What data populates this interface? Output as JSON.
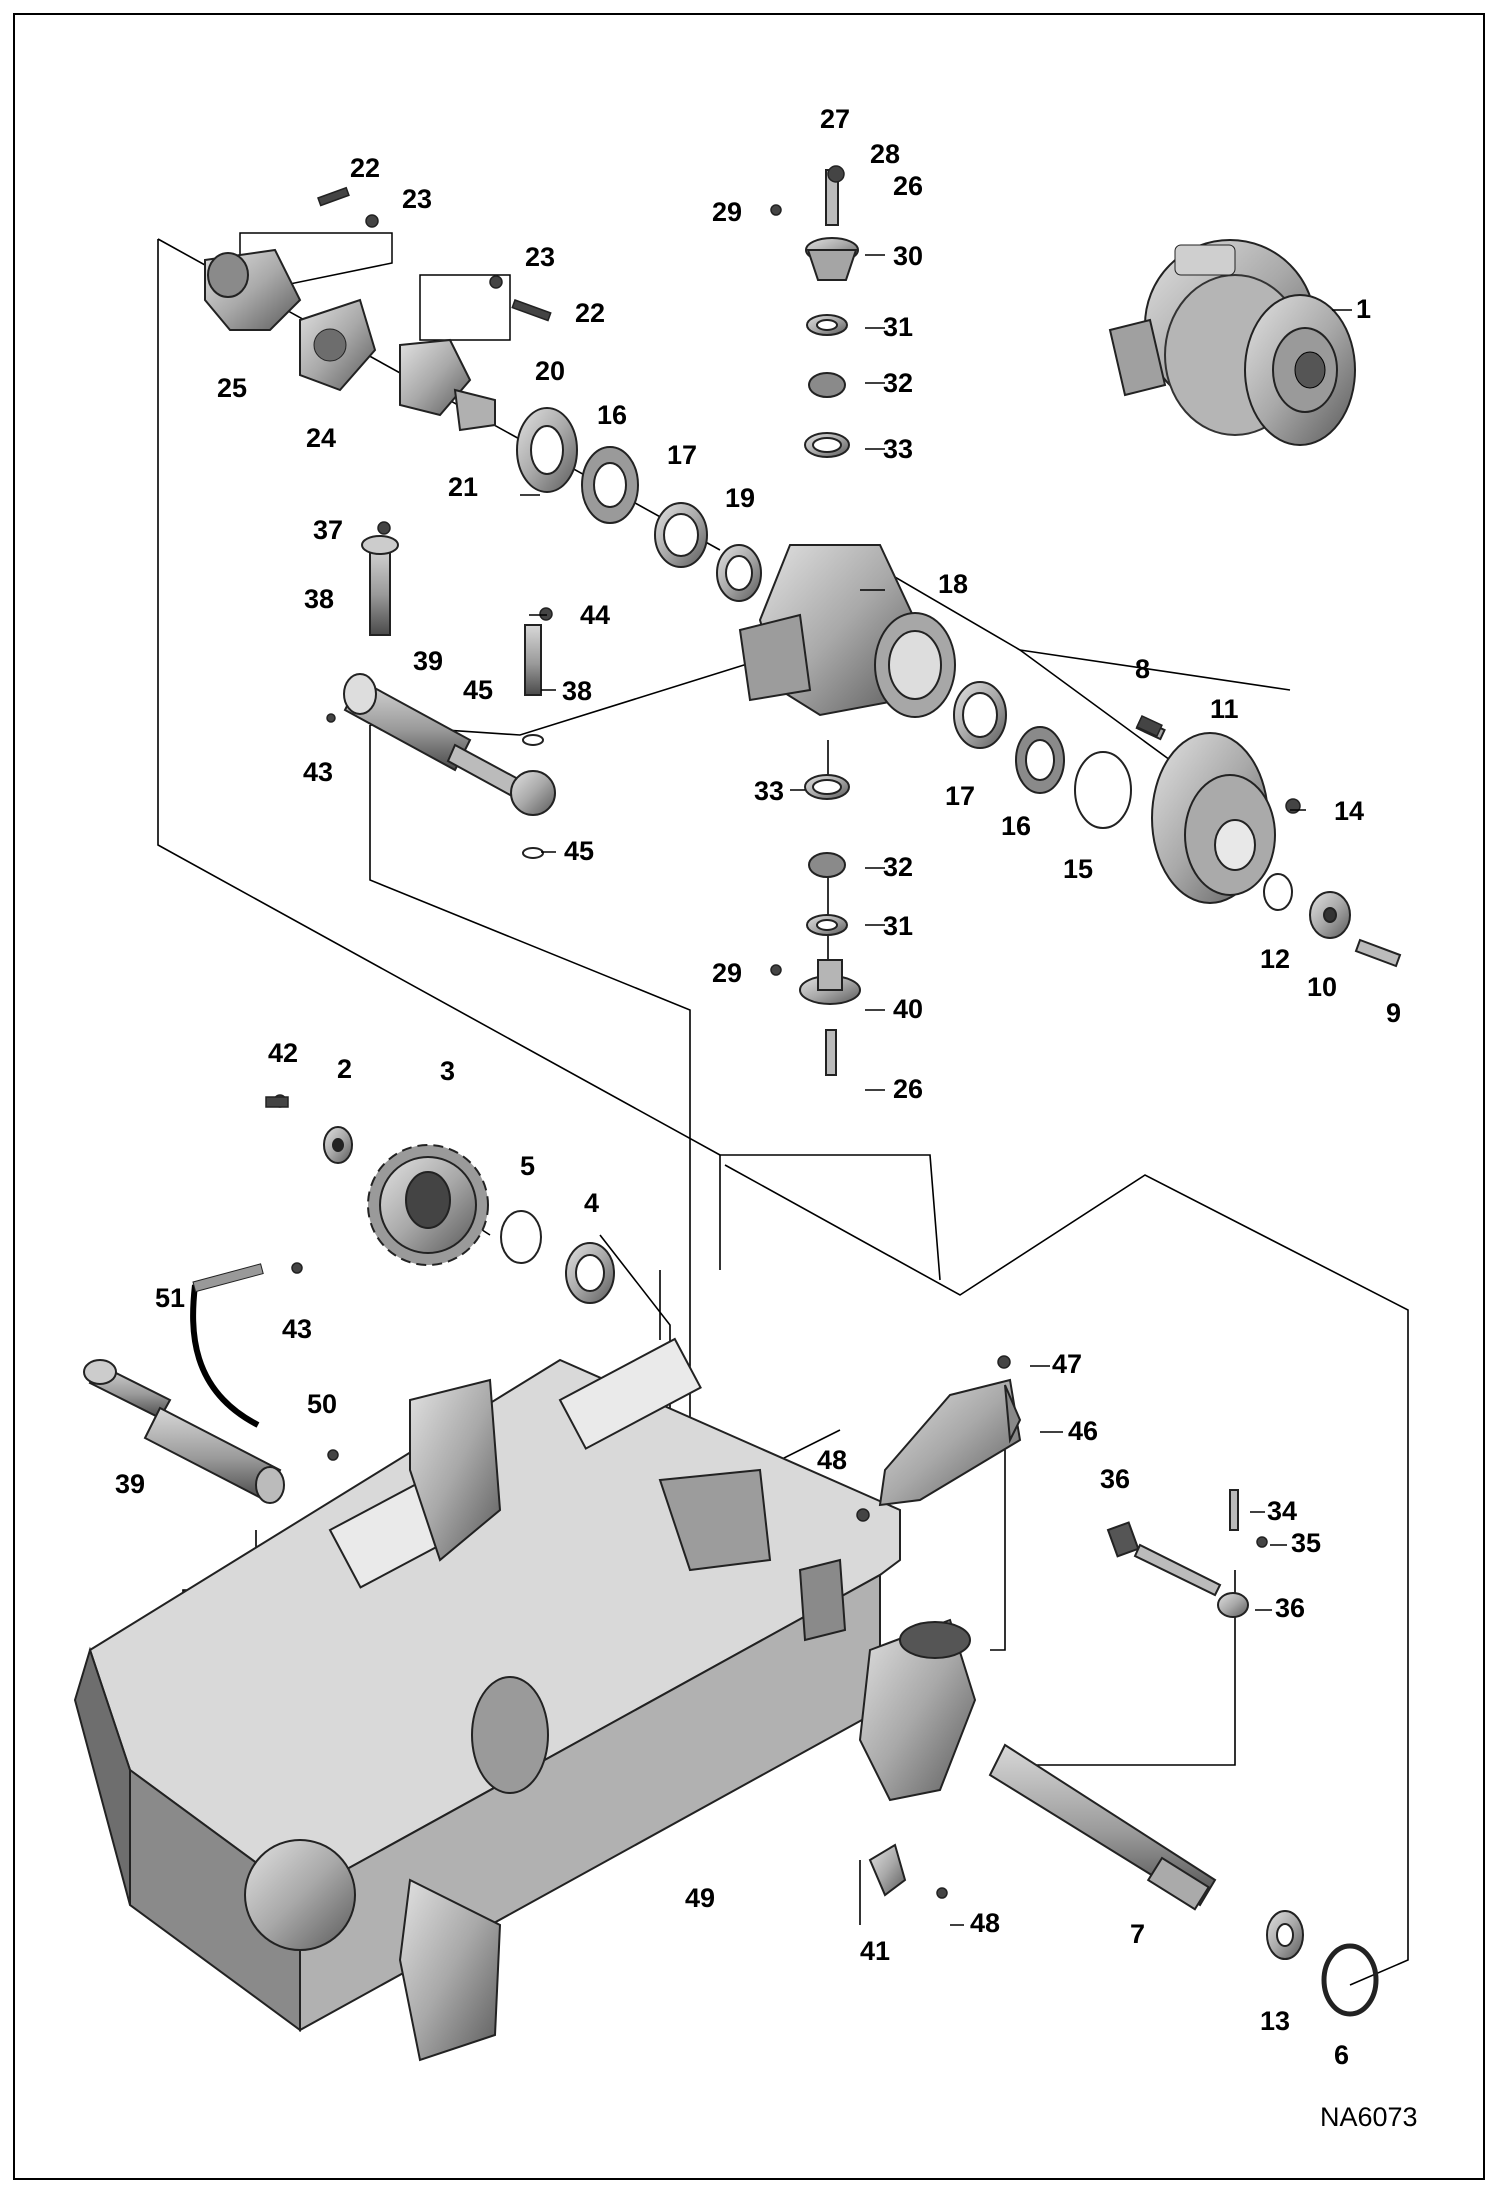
{
  "drawing": {
    "id": "NA6073",
    "ink_color": "#000000",
    "part_fill": "#bdbdbd",
    "part_shade": "#7a7a7a",
    "part_dark": "#3a3a3a"
  },
  "callouts": [
    "1",
    "2",
    "3",
    "4",
    "5",
    "6",
    "7",
    "8",
    "9",
    "10",
    "11",
    "12",
    "13",
    "14",
    "15",
    "16",
    "16",
    "17",
    "17",
    "18",
    "19",
    "20",
    "21",
    "22",
    "22",
    "23",
    "23",
    "24",
    "25",
    "26",
    "26",
    "27",
    "28",
    "29",
    "29",
    "30",
    "31",
    "31",
    "32",
    "32",
    "33",
    "33",
    "34",
    "35",
    "36",
    "36",
    "37",
    "38",
    "38",
    "39",
    "39",
    "40",
    "41",
    "42",
    "43",
    "43",
    "44",
    "45",
    "45",
    "46",
    "47",
    "48",
    "48",
    "49",
    "50",
    "51"
  ]
}
